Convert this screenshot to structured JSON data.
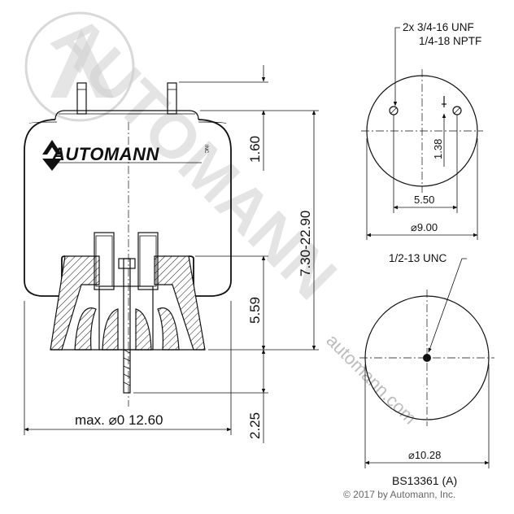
{
  "brand": {
    "logo_text": "AUTOMANN",
    "logo_suffix": "INC",
    "watermark_text": "AUTOMANN",
    "watermark_url": "automann.com"
  },
  "side_view": {
    "dim_top_to_plate": "1.60",
    "dim_height_range": "7.30-22.90",
    "dim_piston": "5.59",
    "dim_stud": "2.25",
    "dim_max_diameter": "max. ⌀0 12.60"
  },
  "top_view": {
    "callout_line1": "2x 3/4-16 UNF",
    "callout_line2": "1/4-18 NPTF",
    "dim_offset": "1.38",
    "dim_spacing": "5.50",
    "dim_diameter": "⌀9.00"
  },
  "bottom_view": {
    "callout": "1/2-13 UNC",
    "dim_diameter": "⌀10.28"
  },
  "part_number": "BS13361 (A)",
  "copyright": "© 2017 by Automann, Inc."
}
